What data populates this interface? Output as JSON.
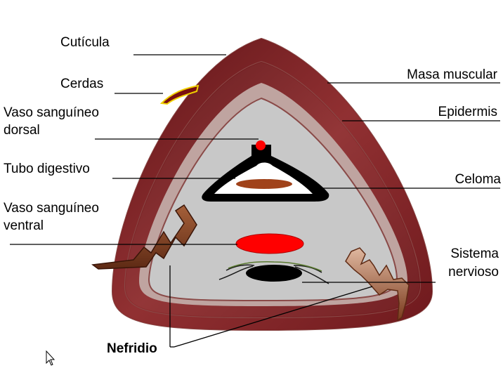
{
  "labels": {
    "cuticula": "Cutícula",
    "cerdas": "Cerdas",
    "vaso_dorsal_1": "Vaso sanguíneo",
    "vaso_dorsal_2": "dorsal",
    "tubo_digestivo": "Tubo digestivo",
    "vaso_ventral_1": "Vaso sanguíneo",
    "vaso_ventral_2": "ventral",
    "masa_muscular": "Masa muscular",
    "epidermis": "Epidermis",
    "celoma": "Celoma",
    "sistema_1": "Sistema",
    "sistema_2": "nervioso",
    "nefridio": "Nefridio"
  },
  "colors": {
    "muscle": "#7a1a1e",
    "body_fill": "#c8c8c8",
    "blood": "#ff0000",
    "gut_lumen": "#a0421a",
    "nephridium": "#8b4a2b",
    "seta": "#7a1010",
    "seta_outline": "#f0d000"
  }
}
